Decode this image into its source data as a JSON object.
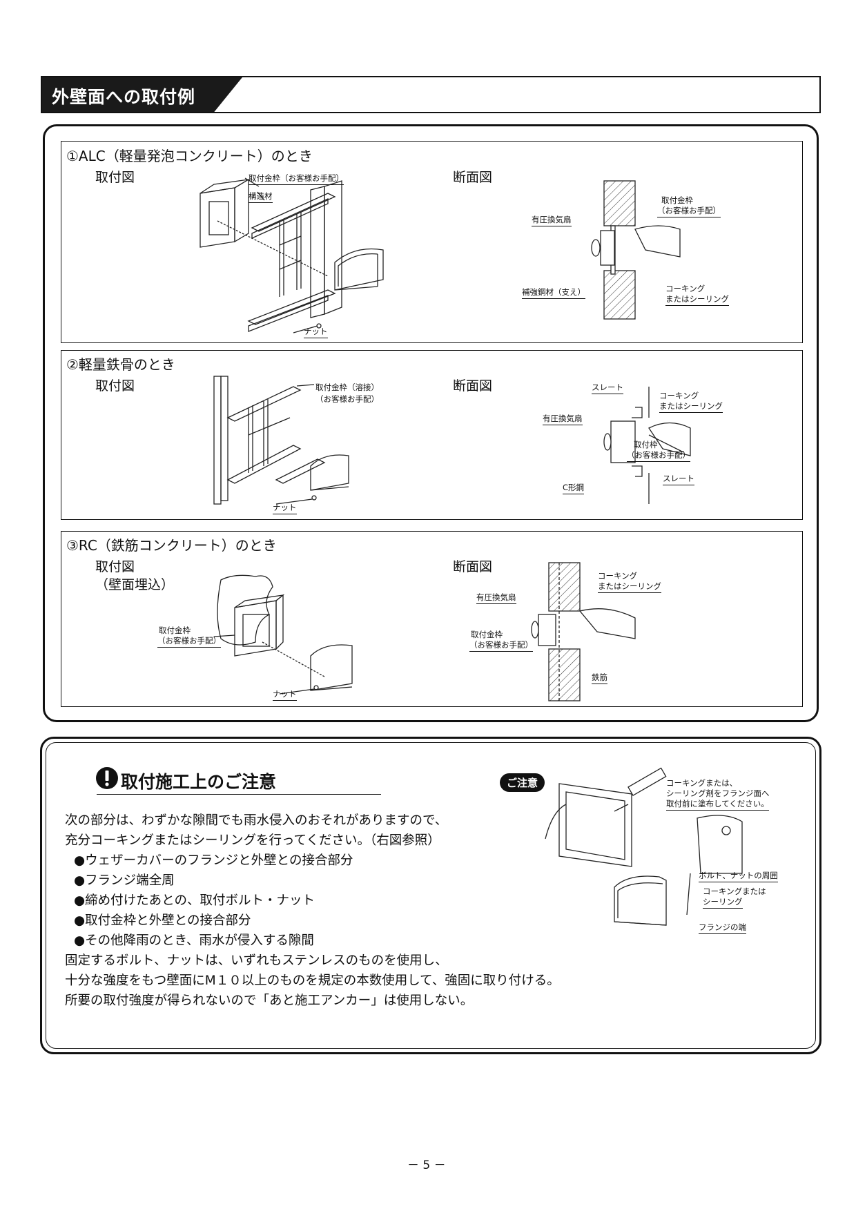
{
  "header": {
    "title": "外壁面への取付例"
  },
  "sections": [
    {
      "title": "①ALC（軽量発泡コンクリート）のとき",
      "install_label": "取付図",
      "section_label": "断面図",
      "install_callouts": [
        "取付金枠（お客様お手配）",
        "構造材",
        "ナット"
      ],
      "section_callouts": [
        "取付金枠",
        "（お客様お手配）",
        "有圧換気扇",
        "補強鋼材（支え）",
        "コーキング",
        "またはシーリング"
      ]
    },
    {
      "title": "②軽量鉄骨のとき",
      "install_label": "取付図",
      "section_label": "断面図",
      "install_callouts": [
        "取付金枠（溶接）",
        "（お客様お手配）",
        "ナット"
      ],
      "section_callouts": [
        "スレート",
        "コーキング",
        "またはシーリング",
        "有圧換気扇",
        "取付枠",
        "（お客様お手配）",
        "C形鋼",
        "スレート"
      ]
    },
    {
      "title": "③RC（鉄筋コンクリート）のとき",
      "install_label": "取付図",
      "install_sublabel": "（壁面埋込）",
      "section_label": "断面図",
      "install_callouts": [
        "取付金枠",
        "（お客様お手配）",
        "ナット"
      ],
      "section_callouts": [
        "コーキング",
        "またはシーリング",
        "有圧換気扇",
        "取付金枠",
        "（お客様お手配）",
        "鉄筋"
      ]
    }
  ],
  "notes": {
    "heading": "取付施工上のご注意",
    "badge": "ご注意",
    "lines": [
      "次の部分は、わずかな隙間でも雨水侵入のおそれがありますので、",
      "充分コーキングまたはシーリングを行ってください。（右図参照）",
      "●ウェザーカバーのフランジと外壁との接合部分",
      "●フランジ端全周",
      "●締め付けたあとの、取付ボルト・ナット",
      "●取付金枠と外壁との接合部分",
      "●その他降雨のとき、雨水が侵入する隙間",
      "固定するボルト、ナットは、いずれもステンレスのものを使用し、",
      "十分な強度をもつ壁面にM１０以上のものを規定の本数使用して、強固に取り付ける。",
      "所要の取付強度が得られないので「あと施工アンカー」は使用しない。"
    ],
    "figure_callouts": [
      "コーキングまたは、",
      "シーリング剤をフランジ面へ",
      "取付前に塗布してください。",
      "ボルト、ナットの周囲",
      "コーキングまたは",
      "シーリング",
      "フランジの端"
    ]
  },
  "page_number": "－ 5 －"
}
